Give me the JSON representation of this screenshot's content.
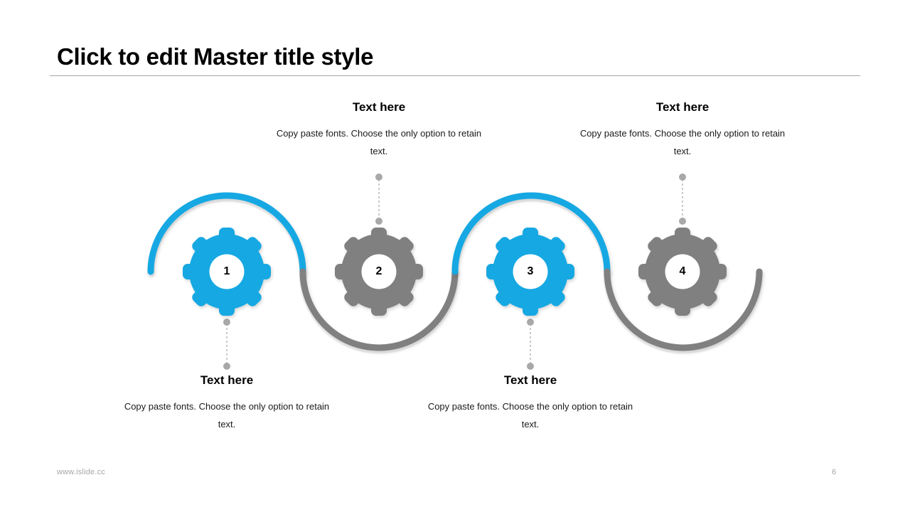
{
  "slide": {
    "title": "Click to edit Master title style",
    "background_color": "#ffffff",
    "accent_blue": "#15A8E2",
    "accent_gray": "#808080",
    "rule_color": "#a6a6a6"
  },
  "diagram": {
    "type": "gear-wave-process",
    "steps": [
      {
        "number": "1",
        "color": "#15A8E2",
        "color_name": "blue",
        "label_position": "bottom",
        "heading": "Text here",
        "body": "Copy paste fonts. Choose the only option to retain text."
      },
      {
        "number": "2",
        "color": "#808080",
        "color_name": "gray",
        "label_position": "top",
        "heading": "Text here",
        "body": "Copy paste fonts. Choose the only option to retain text."
      },
      {
        "number": "3",
        "color": "#15A8E2",
        "color_name": "blue",
        "label_position": "bottom",
        "heading": "Text here",
        "body": "Copy paste fonts. Choose the only option to retain text."
      },
      {
        "number": "4",
        "color": "#808080",
        "color_name": "gray",
        "label_position": "top",
        "heading": "Text here",
        "body": "Copy paste fonts. Choose the only option to retain text."
      }
    ]
  },
  "footer": {
    "url": "www.islide.cc",
    "page_number": "6"
  }
}
